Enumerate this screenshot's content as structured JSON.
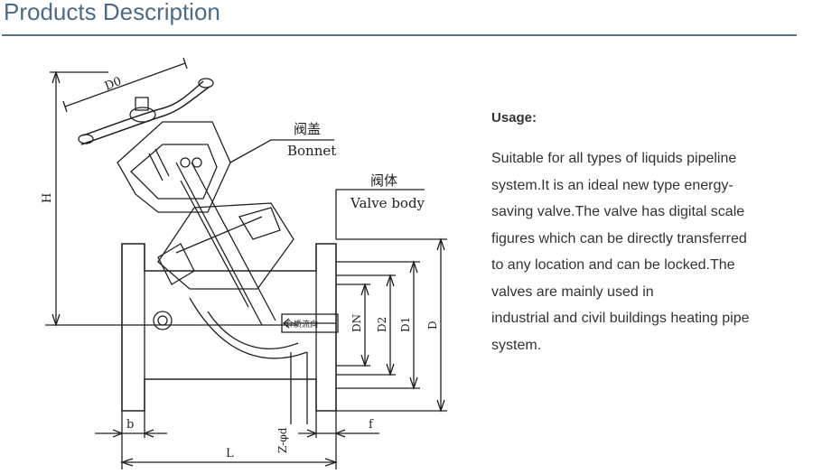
{
  "header": {
    "title": "Products Description"
  },
  "drawing": {
    "labels": {
      "d0": "D0",
      "h": "H",
      "bonnet_cn": "阀盖",
      "bonnet_en": "Bonnet",
      "body_cn": "阀体",
      "body_en": "Valve body",
      "dn": "DN",
      "d2": "D2",
      "d1": "D1",
      "d": "D",
      "b": "b",
      "l": "L",
      "f": "f",
      "z_phi_d": "Z-φd",
      "flow_arrow": "介质流向"
    }
  },
  "usage": {
    "heading": "Usage:",
    "lines": [
      "Suitable for all types of liquids pipeline",
      "system.It is an ideal new type energy-",
      "saving valve.The valve has digital scale",
      "figures which can be directly transferred",
      "to any location and can be locked.The",
      "valves are mainly used in",
      "industrial and civil buildings heating pipe",
      "system."
    ]
  }
}
